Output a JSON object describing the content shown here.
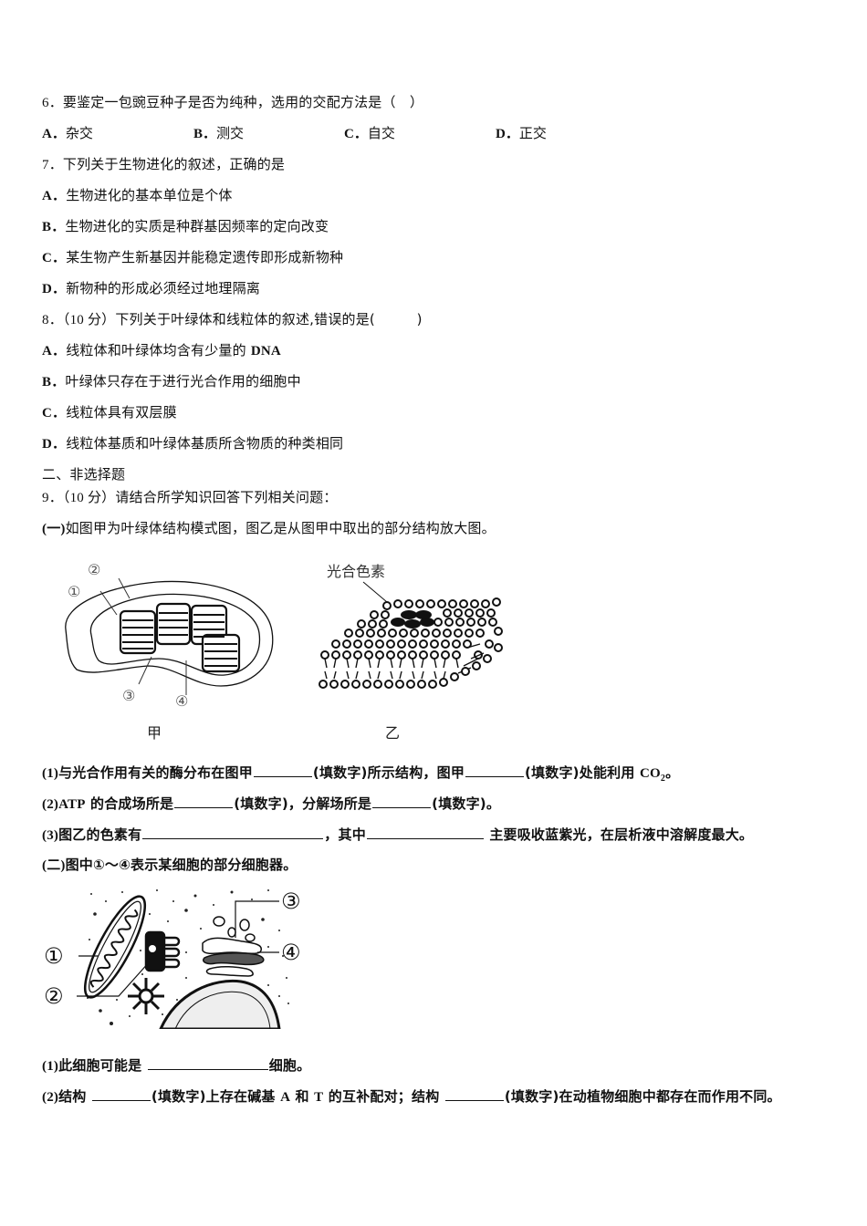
{
  "q6": {
    "number": "6．",
    "stem": "要鉴定一包豌豆种子是否为纯种，选用的交配方法是（　）",
    "options": [
      {
        "letter": "A．",
        "text": "杂交"
      },
      {
        "letter": "B．",
        "text": "测交"
      },
      {
        "letter": "C．",
        "text": "自交"
      },
      {
        "letter": "D．",
        "text": "正交"
      }
    ]
  },
  "q7": {
    "number": "7．",
    "stem": "下列关于生物进化的叙述，正确的是",
    "options": [
      {
        "letter": "A．",
        "text": "生物进化的基本单位是个体"
      },
      {
        "letter": "B．",
        "text": "生物进化的实质是种群基因频率的定向改变"
      },
      {
        "letter": "C．",
        "text": "某生物产生新基因并能稳定遗传即形成新物种"
      },
      {
        "letter": "D．",
        "text": "新物种的形成必须经过地理隔离"
      }
    ]
  },
  "q8": {
    "number": "8．",
    "score": "（10 分）",
    "stem": "下列关于叶绿体和线粒体的叙述,错误的是(　　　)",
    "options": [
      {
        "letter": "A．",
        "text": "线粒体和叶绿体均含有少量的 ",
        "tail": "DNA"
      },
      {
        "letter": "B．",
        "text": "叶绿体只存在于进行光合作用的细胞中"
      },
      {
        "letter": "C．",
        "text": "线粒体具有双层膜"
      },
      {
        "letter": "D．",
        "text": "线粒体基质和叶绿体基质所含物质的种类相同"
      }
    ]
  },
  "section2": {
    "title": "二、非选择题"
  },
  "q9": {
    "number": "9．",
    "score": "（10 分）",
    "stem": "请结合所学知识回答下列相关问题：",
    "part1": {
      "intro_prefix": "(一)",
      "intro": "如图甲为叶绿体结构模式图，图乙是从图甲中取出的部分结构放大图。",
      "figure_jia": {
        "caption": "甲",
        "labels": [
          "①",
          "②",
          "③",
          "④"
        ]
      },
      "figure_yi": {
        "caption": "乙",
        "label": "光合色素"
      },
      "sub1": {
        "prefix": "(1)",
        "a": "与光合作用有关的酶分布在图甲",
        "b": "(填数字)所示结构，图甲",
        "c": "(填数字)处能利用 ",
        "co2": "CO",
        "sub2": "2",
        "end": "。"
      },
      "sub2": {
        "prefix": "(2)",
        "atp": "ATP",
        "a": " 的合成场所是",
        "b": "(填数字)，分解场所是",
        "c": "(填数字)。"
      },
      "sub3": {
        "prefix": "(3)",
        "a": "图乙的色素有",
        "b": "，其中",
        "c": " 主要吸收蓝紫光，在层析液中溶解度最大。"
      }
    },
    "part2": {
      "intro_prefix": "(二)",
      "intro": "图中①～④表示某细胞的部分细胞器。",
      "figure": {
        "labels": [
          "①",
          "②",
          "③",
          "④"
        ]
      },
      "sub1": {
        "prefix": "(1)",
        "a": "此细胞可能是 ",
        "b": "细胞。"
      },
      "sub2": {
        "prefix": "(2)",
        "a": "结构 ",
        "b": "(填数字)上存在碱基 ",
        "A": "A",
        "and": " 和 ",
        "T": "T",
        "c": " 的互补配对；结构 ",
        "d": "(填数字)在动植物细胞中都存在而作用不同。"
      }
    }
  }
}
